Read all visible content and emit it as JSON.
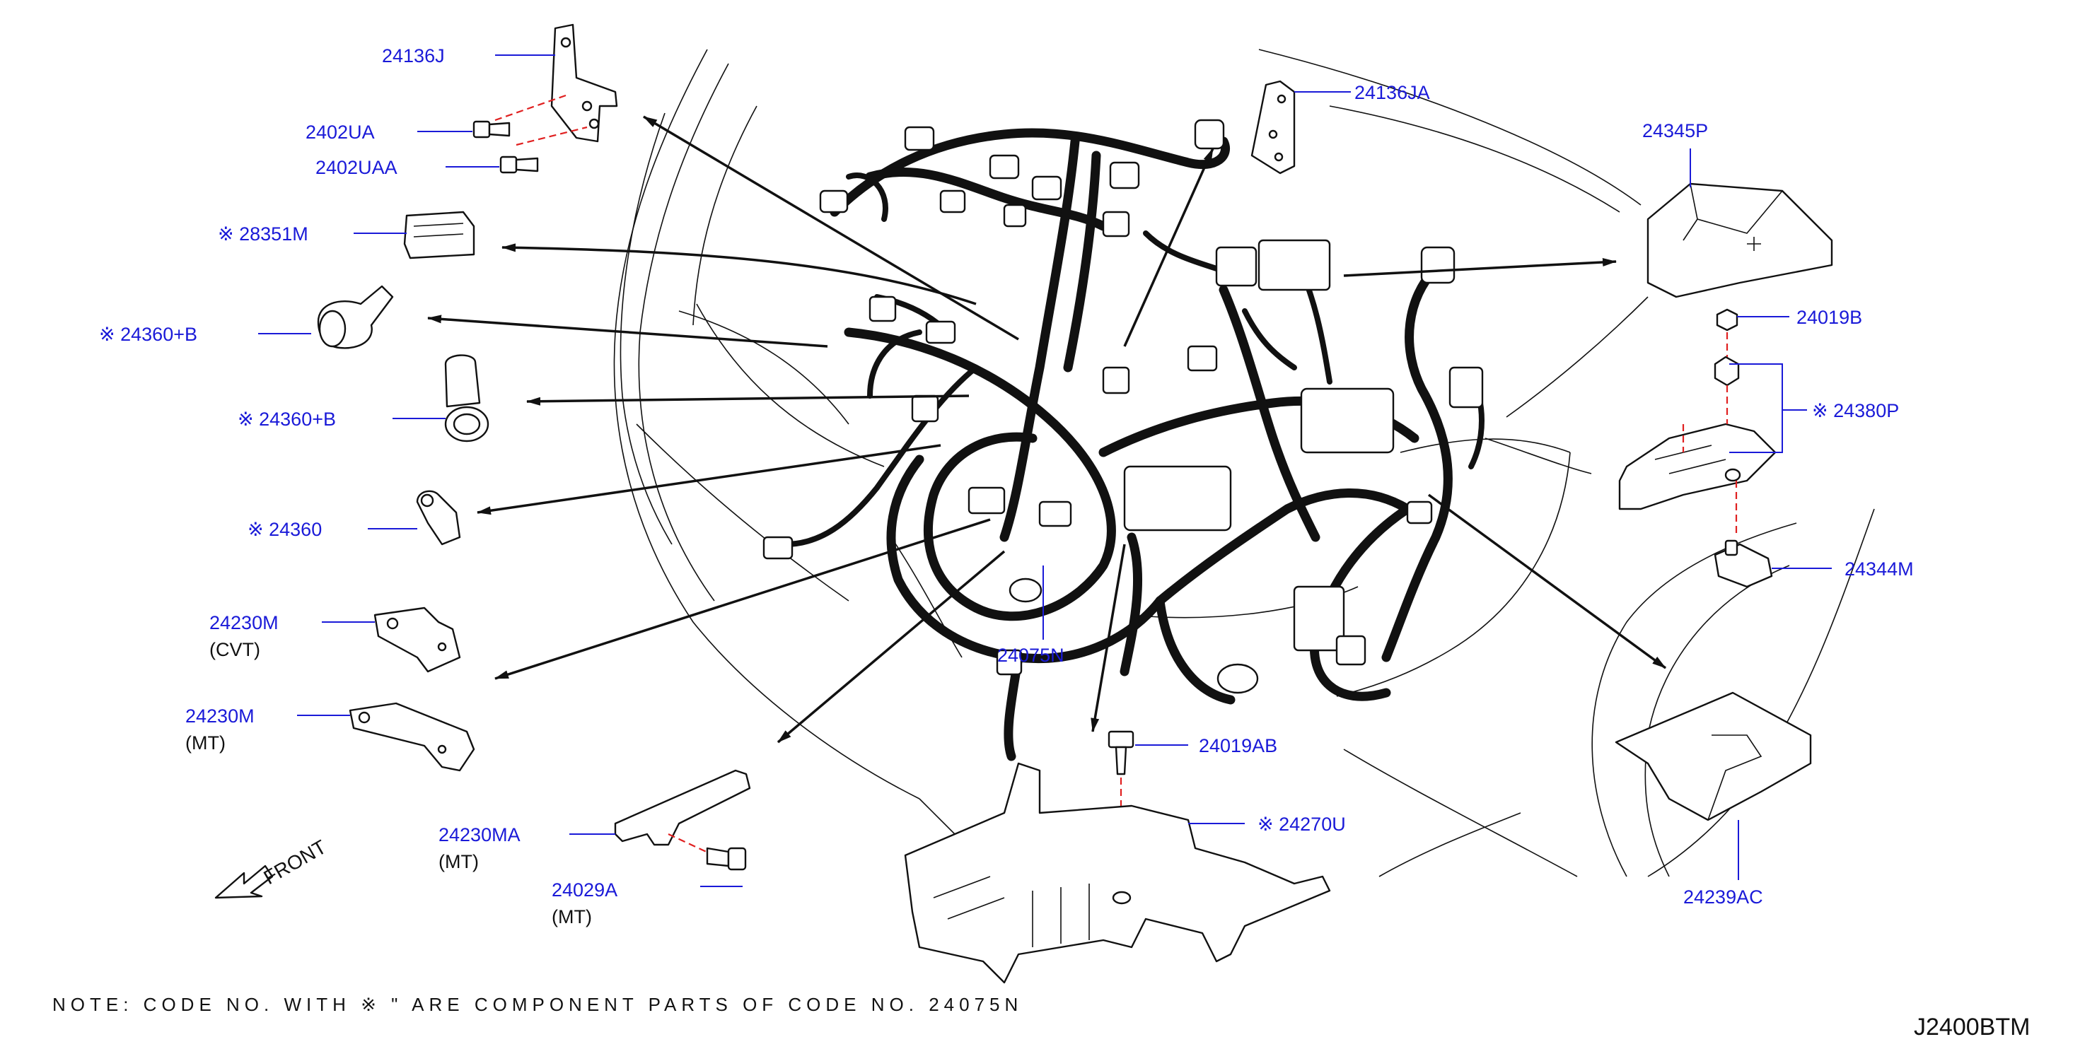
{
  "diagram_code": "J2400BTM",
  "note": "NOTE: CODE NO. WITH ※ \" ARE COMPONENT PARTS OF CODE NO. 24075N",
  "front_label": "FRONT",
  "colors": {
    "label": "#1a1ad8",
    "line": "#111111",
    "dash": "#e02020"
  },
  "parts": {
    "p24136J": "24136J",
    "p2402UA": "2402UA",
    "p2402UAA": "2402UAA",
    "p28351M": "※ 28351M",
    "p24360B_1": "※ 24360+B",
    "p24360B_2": "※ 24360+B",
    "p24360": "※ 24360",
    "p24230M_cvt": "24230M",
    "p24230M_cvt_sub": "(CVT)",
    "p24230M_mt": "24230M",
    "p24230M_mt_sub": "(MT)",
    "p24230MA": "24230MA",
    "p24230MA_sub": "(MT)",
    "p24029A": "24029A",
    "p24029A_sub": "(MT)",
    "p24075N": "24075N",
    "p24019AB": "24019AB",
    "p24270U": "※ 24270U",
    "p24136JA": "24136JA",
    "p24345P": "24345P",
    "p24019B": "24019B",
    "p24380P": "※ 24380P",
    "p24344M": "24344M",
    "p24239AC": "24239AC"
  }
}
